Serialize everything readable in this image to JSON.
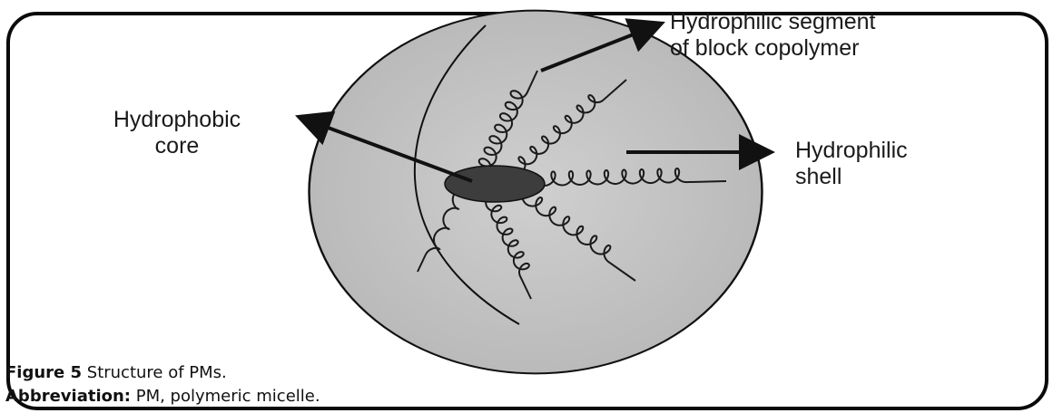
{
  "labels": {
    "core_line1": "Hydrophobic",
    "core_line2": "core",
    "segment_line1": "Hydrophilic segment",
    "segment_line2": "of block copolymer",
    "shell_line1": "Hydrophilic",
    "shell_line2": "shell"
  },
  "caption": {
    "figure_label": "Figure 5",
    "figure_text": " Structure of PMs.",
    "abbr_label": "Abbreviation:",
    "abbr_text": " PM, polymeric micelle."
  },
  "colors": {
    "sphere_edge": "#dedede",
    "sphere_center": "#c2c2c2",
    "core": "#3d3d3d",
    "line": "#111111"
  }
}
